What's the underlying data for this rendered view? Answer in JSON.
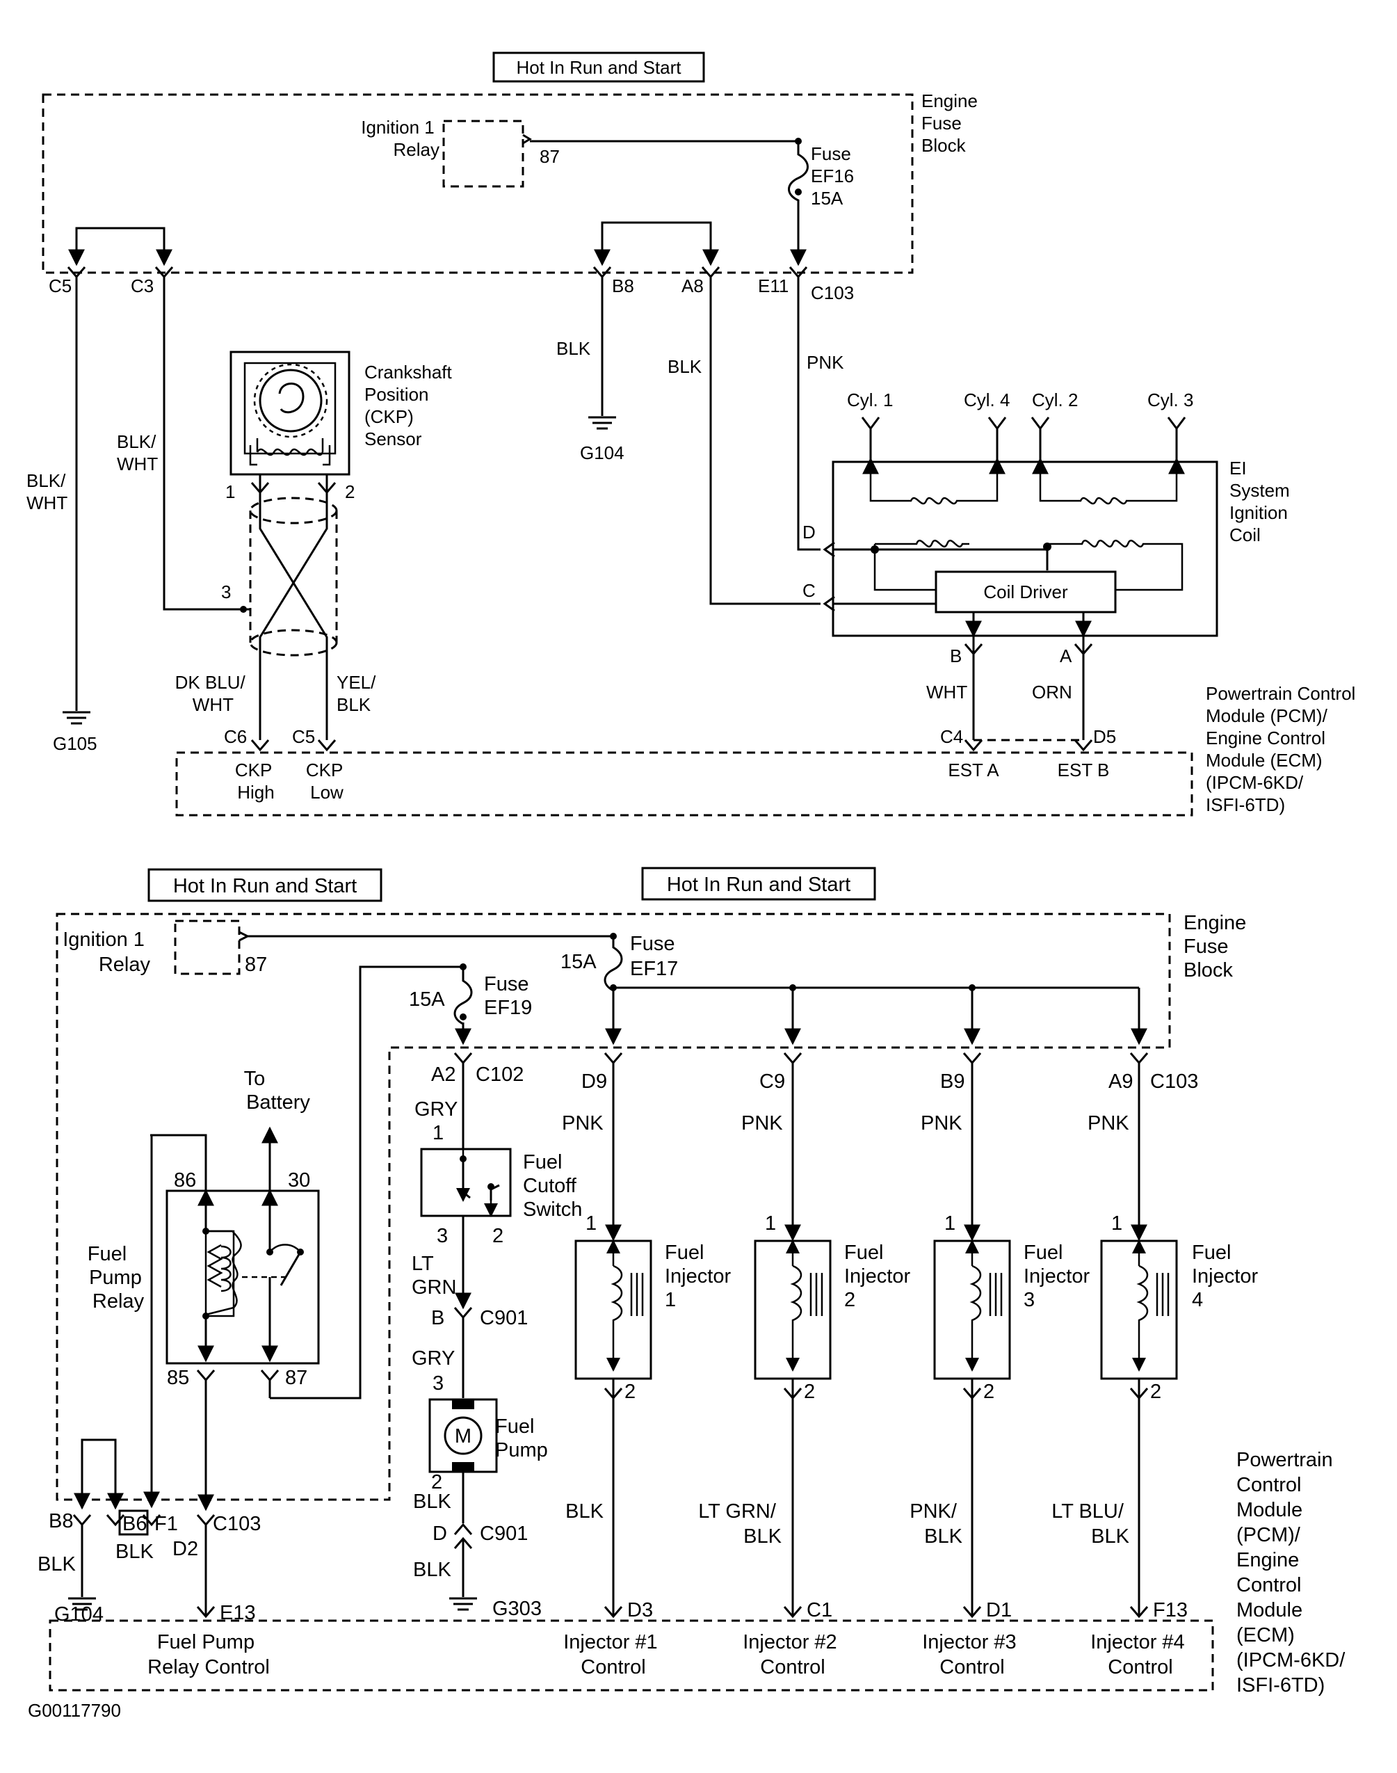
{
  "top": {
    "hot_label": "Hot In Run and Start",
    "engine_fuse_block": [
      "Engine",
      "Fuse",
      "Block"
    ],
    "ignition_relay": [
      "Ignition 1",
      "Relay"
    ],
    "pin_87": "87",
    "fuse": [
      "Fuse",
      "EF16",
      "15A"
    ],
    "conn": {
      "c5": "C5",
      "c3": "C3",
      "b8": "B8",
      "a8": "A8",
      "e11": "E11",
      "c103": "C103"
    },
    "wires": {
      "blk_wht_1": [
        "BLK/",
        "WHT"
      ],
      "blk_wht_2": [
        "BLK/",
        "WHT"
      ],
      "blk_b8": "BLK",
      "blk_a8": "BLK",
      "pnk": "PNK",
      "dkblu": [
        "DK BLU/",
        "WHT"
      ],
      "yel": [
        "YEL/",
        "BLK"
      ],
      "wht": "WHT",
      "orn": "ORN"
    },
    "ckp": [
      "Crankshaft",
      "Position",
      "(CKP)",
      "Sensor"
    ],
    "ckp_pins": {
      "p1": "1",
      "p2": "2",
      "p3": "3"
    },
    "grounds": {
      "g104": "G104",
      "g105": "G105"
    },
    "cyl": [
      "Cyl. 1",
      "Cyl. 4",
      "Cyl. 2",
      "Cyl. 3"
    ],
    "coil": [
      "EI",
      "System",
      "Ignition",
      "Coil"
    ],
    "coil_pins": {
      "d": "D",
      "c": "C",
      "b": "B",
      "a": "A"
    },
    "coil_driver": "Coil Driver",
    "pcm_pins": {
      "c6": "C6",
      "c5": "C5",
      "c4": "C4",
      "d5": "D5"
    },
    "pcm_terms": {
      "ckp_high": [
        "CKP",
        "High"
      ],
      "ckp_low": [
        "CKP",
        "Low"
      ],
      "est_a": "EST A",
      "est_b": "EST B"
    },
    "pcm": [
      "Powertrain Control",
      "Module (PCM)/",
      "Engine Control",
      "Module (ECM)",
      "(IPCM-6KD/",
      "ISFI-6TD)"
    ]
  },
  "bottom": {
    "hot_label_1": "Hot In Run and Start",
    "hot_label_2": "Hot In Run and Start",
    "engine_fuse_block": [
      "Engine",
      "Fuse",
      "Block"
    ],
    "ignition_relay": [
      "Ignition 1",
      "Relay"
    ],
    "pin_87": "87",
    "fuse_ef17": [
      "15A",
      "Fuse",
      "EF17"
    ],
    "fuse_ef19": [
      "15A",
      "Fuse",
      "EF19"
    ],
    "to_battery": [
      "To",
      "Battery"
    ],
    "relay": [
      "Fuel",
      "Pump",
      "Relay"
    ],
    "relay_pins": {
      "p86": "86",
      "p30": "30",
      "p85": "85",
      "p87": "87"
    },
    "cutoff": [
      "Fuel",
      "Cutoff",
      "Switch"
    ],
    "pump": [
      "Fuel",
      "Pump"
    ],
    "pump_m": "M",
    "fuel_conn": {
      "a2": "A2",
      "c102": "C102",
      "b": "B",
      "c901a": "C901",
      "d": "D",
      "c901b": "C901",
      "p1": "1",
      "p3": "3",
      "p2a": "2",
      "p3b": "3",
      "p2b": "2"
    },
    "fuel_wires": {
      "gry1": "GRY",
      "ltgrn": [
        "LT",
        "GRN"
      ],
      "gry2": "GRY",
      "blk1": "BLK",
      "blk2": "BLK"
    },
    "g303": "G303",
    "left_conn": {
      "b8": "B8",
      "b6": "B6",
      "f1": "F1",
      "c103": "C103",
      "d2": "D2",
      "e13": "E13",
      "blk1": "BLK",
      "blk2": "BLK",
      "g104": "G104"
    },
    "inj_conn": {
      "d9": "D9",
      "c9": "C9",
      "b9": "B9",
      "a9": "A9",
      "c103": "C103"
    },
    "injectors": [
      {
        "pnk": "PNK",
        "name": [
          "Fuel",
          "Injector",
          "1"
        ],
        "p1": "1",
        "p2": "2",
        "wire": [
          "BLK"
        ],
        "pin": "D3",
        "ctrl": [
          "Injector #1",
          "Control"
        ]
      },
      {
        "pnk": "PNK",
        "name": [
          "Fuel",
          "Injector",
          "2"
        ],
        "p1": "1",
        "p2": "2",
        "wire": [
          "LT GRN/",
          "BLK"
        ],
        "pin": "C1",
        "ctrl": [
          "Injector #2",
          "Control"
        ]
      },
      {
        "pnk": "PNK",
        "name": [
          "Fuel",
          "Injector",
          "3"
        ],
        "p1": "1",
        "p2": "2",
        "wire": [
          "PNK/",
          "BLK"
        ],
        "pin": "D1",
        "ctrl": [
          "Injector #3",
          "Control"
        ]
      },
      {
        "pnk": "PNK",
        "name": [
          "Fuel",
          "Injector",
          "4"
        ],
        "p1": "1",
        "p2": "2",
        "wire": [
          "LT BLU/",
          "BLK"
        ],
        "pin": "F13",
        "ctrl": [
          "Injector #4",
          "Control"
        ]
      }
    ],
    "fpr_control": [
      "Fuel Pump",
      "Relay Control"
    ],
    "pcm": [
      "Powertrain",
      "Control",
      "Module",
      "(PCM)/",
      "Engine",
      "Control",
      "Module",
      "(ECM)",
      "(IPCM-6KD/",
      "ISFI-6TD)"
    ]
  },
  "figure_id": "G00117790"
}
